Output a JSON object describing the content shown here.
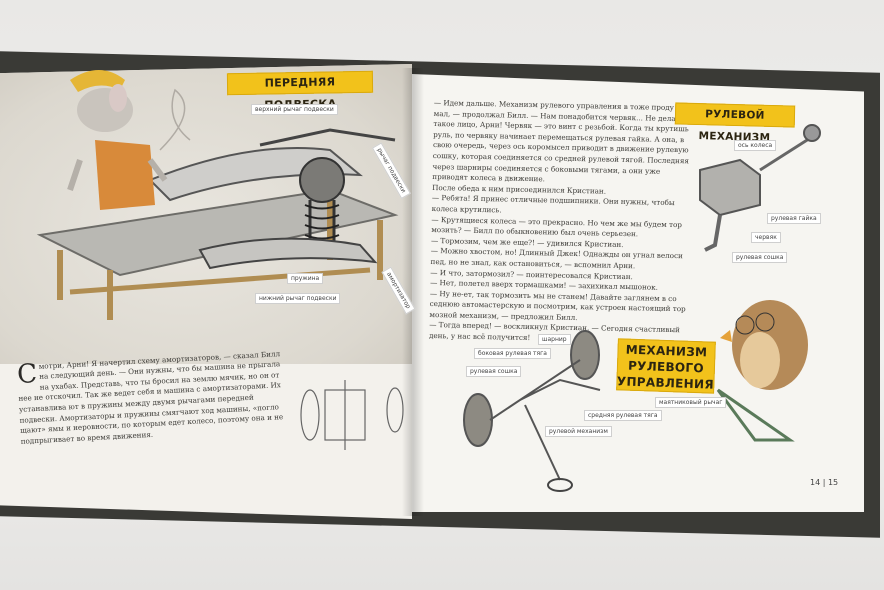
{
  "left_page": {
    "title": "ПЕРЕДНЯЯ ПОДВЕСКА",
    "labels": {
      "upper_arm": "верхний рычаг подвески",
      "arm": "рычаг подвески",
      "spring": "пружина",
      "shock": "амортизатор",
      "lower_arm": "нижний рычаг подвески"
    },
    "dropcap": "С",
    "body": "мотри, Арни! Я начертил схему амортизаторов, — сказал Билл на следующий день. — Они нужны, что бы машина не прыгала на ухабах. Представь, что ты бросил на землю мячик, но он от нее не отскочил. Так же ведет себя и машина с амортизаторами. Их устанавлива ют в пружины между двумя рычагами передней подвески. Амортизаторы и пружины смягчают ход машины, «погло щают» ямы и неровности, по которым едет колесо, поэтому она и не подпрыгивает во время движения."
  },
  "right_page": {
    "title_steering": "РУЛЕВОЙ МЕХАНИЗМ",
    "title_mechanism": "МЕХАНИЗМ РУЛЕВОГО УПРАВЛЕНИЯ",
    "labels": {
      "wheel_axis": "ось колеса",
      "nut": "рулевая гайка",
      "worm": "червяк",
      "column": "рулевая сошка",
      "joint": "шарнир",
      "side_rod": "боковая рулевая тяга",
      "column2": "рулевая сошка",
      "middle_rod": "средняя рулевая тяга",
      "pendulum": "маятниковый рычаг",
      "shaft": "рулевой механизм"
    },
    "body": "— Идем дальше. Механизм рулевого управления в тоже проду мал, — продолжал Билл. — Нам понадобится червяк... Не делай такое лицо, Арни! Червяк — это винт с резьбой. Когда ты крутишь руль, по червяку начинает перемещаться рулевая гайка. А она, в свою очередь, через ось коромысел приводит в движение рулевую сошку, которая соединяется со средней рулевой тягой. Последняя через шарниры соединяется с боковыми тягами, а они уже приводят колеса в движение.\nПосле обеда к ним присоединился Кристиан.\n— Ребята! Я принес отличные подшипники. Они нужны, чтобы колеса крутились.\n— Крутящиеся колеса — это прекрасно. Но чем же мы будем тор мозить? — Билл по обыкновению был очень серьезен.\n— Тормозим, чем же еще?! — удивился Кристиан.\n— Можно хвостом, но! Длинный Джек! Однажды он угнал велоси пед, но не знал, как остановиться, — вспомнил Арни.\n— И что, затормозил? — поинтересовался Кристиан.\n— Нет, полетел вверх тормашками! — захихикал мышонок.\n— Ну не-ет, так тормозить мы не станем! Давайте заглянем в со седнюю автомастерскую и посмотрим, как устроен настоящий тор мозной механизм, — предложил Билл.\n— Тогда вперед! — воскликнул Кристиан. — Сегодня счастливый день, у нас всё получится!",
    "page_numbers": "14 | 15"
  },
  "colors": {
    "title_yellow": "#f2c21b",
    "page": "#f3f1ec",
    "cover": "#3a3a36"
  }
}
